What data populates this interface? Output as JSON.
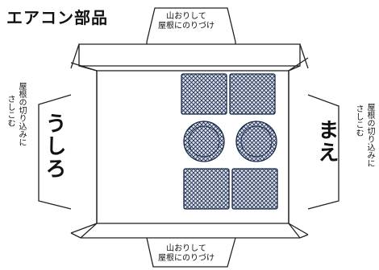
{
  "title": "エアコン部品",
  "flaps": {
    "top_note": [
      "山おりして",
      "屋根にのりづけ"
    ],
    "bottom_note": [
      "山おりして",
      "屋根にのりづけ"
    ],
    "left_label": "うしろ",
    "right_label": "まえ",
    "left_note": [
      "屋根の切り込みに",
      "さしこむ"
    ],
    "right_note": [
      "屋根の切り込みに",
      "さしこむ"
    ]
  },
  "parts": [
    {
      "name": "vent-panel",
      "shape": "square",
      "count": 4
    },
    {
      "name": "fan-grille",
      "shape": "circle",
      "count": 2
    }
  ],
  "colors": {
    "line": "#222222",
    "hatch": "#1b2a4a",
    "panel_fill": "#dde3ee"
  }
}
